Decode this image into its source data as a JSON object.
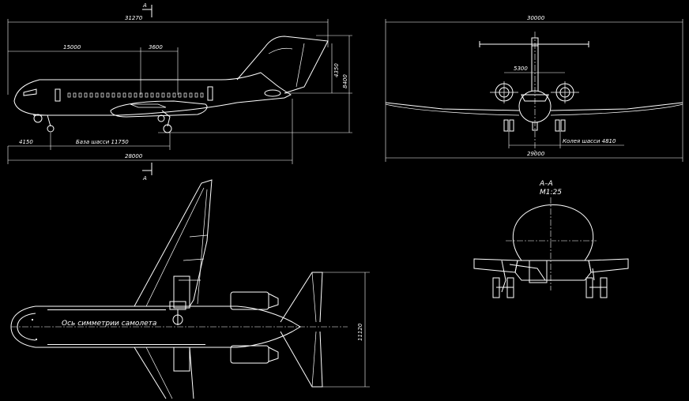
{
  "side_view": {
    "overall_length": "31270",
    "nose_to_point": "15000",
    "segment": "3600",
    "tail_height": "4350",
    "total_height": "8400",
    "nose_gear_offset": "4150",
    "wheelbase": "База шасси 11750",
    "fuselage_length": "28000",
    "section_mark_top": "A",
    "section_mark_bottom": "A"
  },
  "front_view": {
    "stabilizer_span": "30000",
    "engine_spacing": "5300",
    "track": "Колея шасси 4810",
    "wing_span": "29000"
  },
  "plan_view": {
    "symmetry_axis": "Ось симметрии самолета",
    "stabilizer_span": "11120"
  },
  "section_view": {
    "title": "A–A",
    "scale": "M1:25"
  }
}
